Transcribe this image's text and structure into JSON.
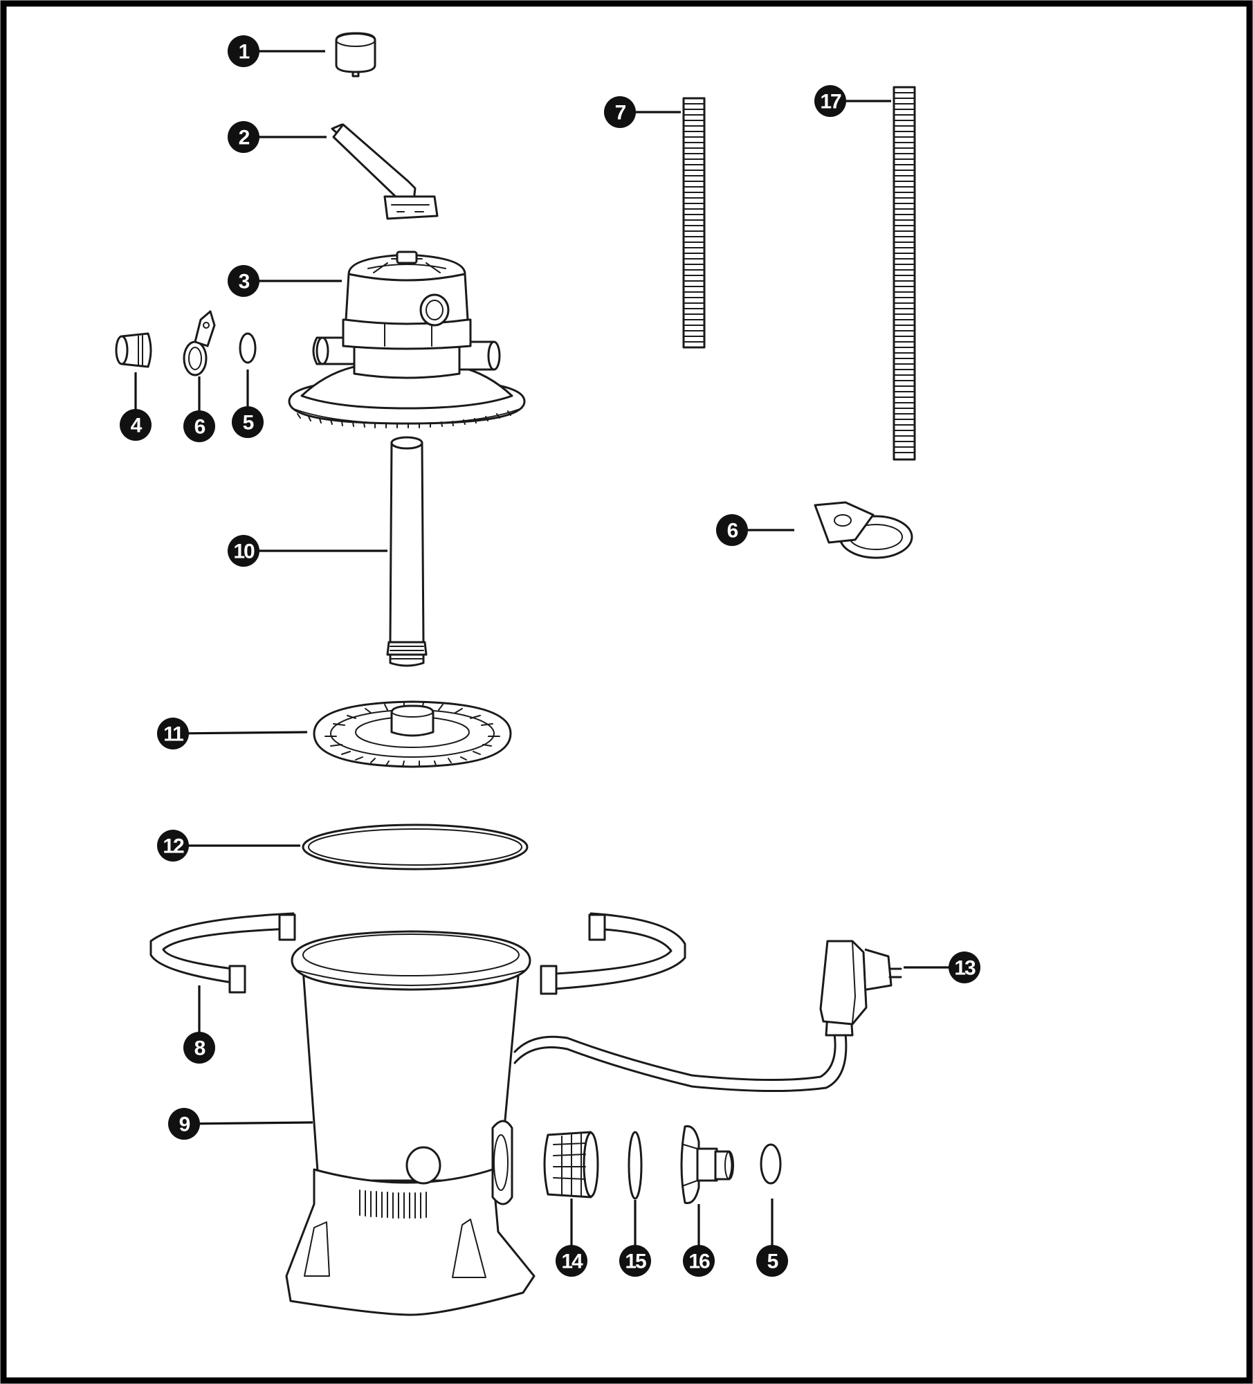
{
  "parts": [
    {
      "key": "p1",
      "label": "1"
    },
    {
      "key": "p2",
      "label": "2"
    },
    {
      "key": "p3",
      "label": "3"
    },
    {
      "key": "p4",
      "label": "4"
    },
    {
      "key": "p6a",
      "label": "6"
    },
    {
      "key": "p5a",
      "label": "5"
    },
    {
      "key": "p7",
      "label": "7"
    },
    {
      "key": "p17",
      "label": "17"
    },
    {
      "key": "p6b",
      "label": "6"
    },
    {
      "key": "p10",
      "label": "10"
    },
    {
      "key": "p11",
      "label": "11"
    },
    {
      "key": "p12",
      "label": "12"
    },
    {
      "key": "p8",
      "label": "8"
    },
    {
      "key": "p13",
      "label": "13"
    },
    {
      "key": "p9",
      "label": "9"
    },
    {
      "key": "p14",
      "label": "14"
    },
    {
      "key": "p15",
      "label": "15"
    },
    {
      "key": "p16",
      "label": "16"
    },
    {
      "key": "p5b",
      "label": "5"
    }
  ]
}
